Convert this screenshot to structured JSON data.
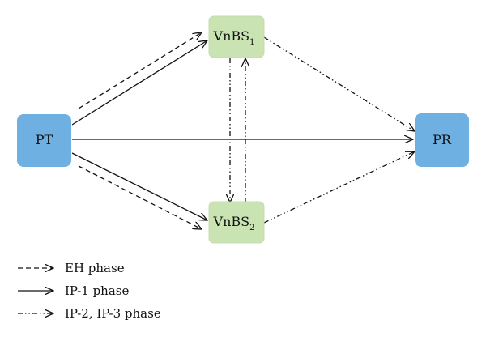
{
  "nodes": {
    "pt": {
      "label": "PT",
      "color": "#6fb0e3"
    },
    "pr": {
      "label": "PR",
      "color": "#6fb0e3"
    },
    "vnbs1": {
      "label": "VnBS",
      "sub": "1",
      "color": "#c9e3b3"
    },
    "vnbs2": {
      "label": "VnBS",
      "sub": "2",
      "color": "#c9e3b3"
    }
  },
  "legend": {
    "eh": "EH phase",
    "ip1": "IP-1 phase",
    "ip23": "IP-2, IP-3 phase"
  },
  "edges": [
    {
      "from": "pt",
      "to": "vnbs1",
      "phase": "EH phase"
    },
    {
      "from": "pt",
      "to": "vnbs1",
      "phase": "IP-1 phase"
    },
    {
      "from": "pt",
      "to": "vnbs2",
      "phase": "EH phase"
    },
    {
      "from": "pt",
      "to": "vnbs2",
      "phase": "IP-1 phase"
    },
    {
      "from": "pt",
      "to": "pr",
      "phase": "IP-1 phase"
    },
    {
      "from": "vnbs1",
      "to": "pr",
      "phase": "IP-2, IP-3 phase"
    },
    {
      "from": "vnbs2",
      "to": "pr",
      "phase": "IP-2, IP-3 phase"
    },
    {
      "from": "vnbs1",
      "to": "vnbs2",
      "phase": "IP-2, IP-3 phase"
    },
    {
      "from": "vnbs2",
      "to": "vnbs1",
      "phase": "IP-2, IP-3 phase"
    }
  ]
}
